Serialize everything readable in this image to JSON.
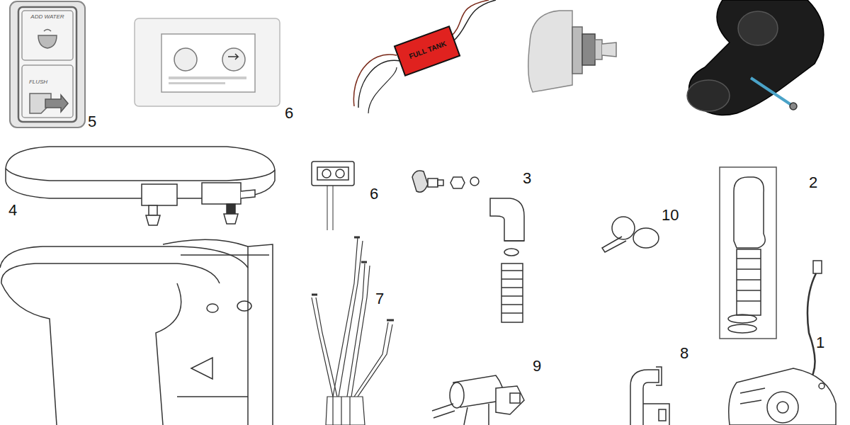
{
  "diagram": {
    "labels": [
      "ADD WATER",
      "FLUSH",
      "5",
      "6",
      "FULL TANK",
      "4",
      "6",
      "3",
      "2",
      "10",
      "7",
      "9",
      "8",
      "1"
    ]
  }
}
